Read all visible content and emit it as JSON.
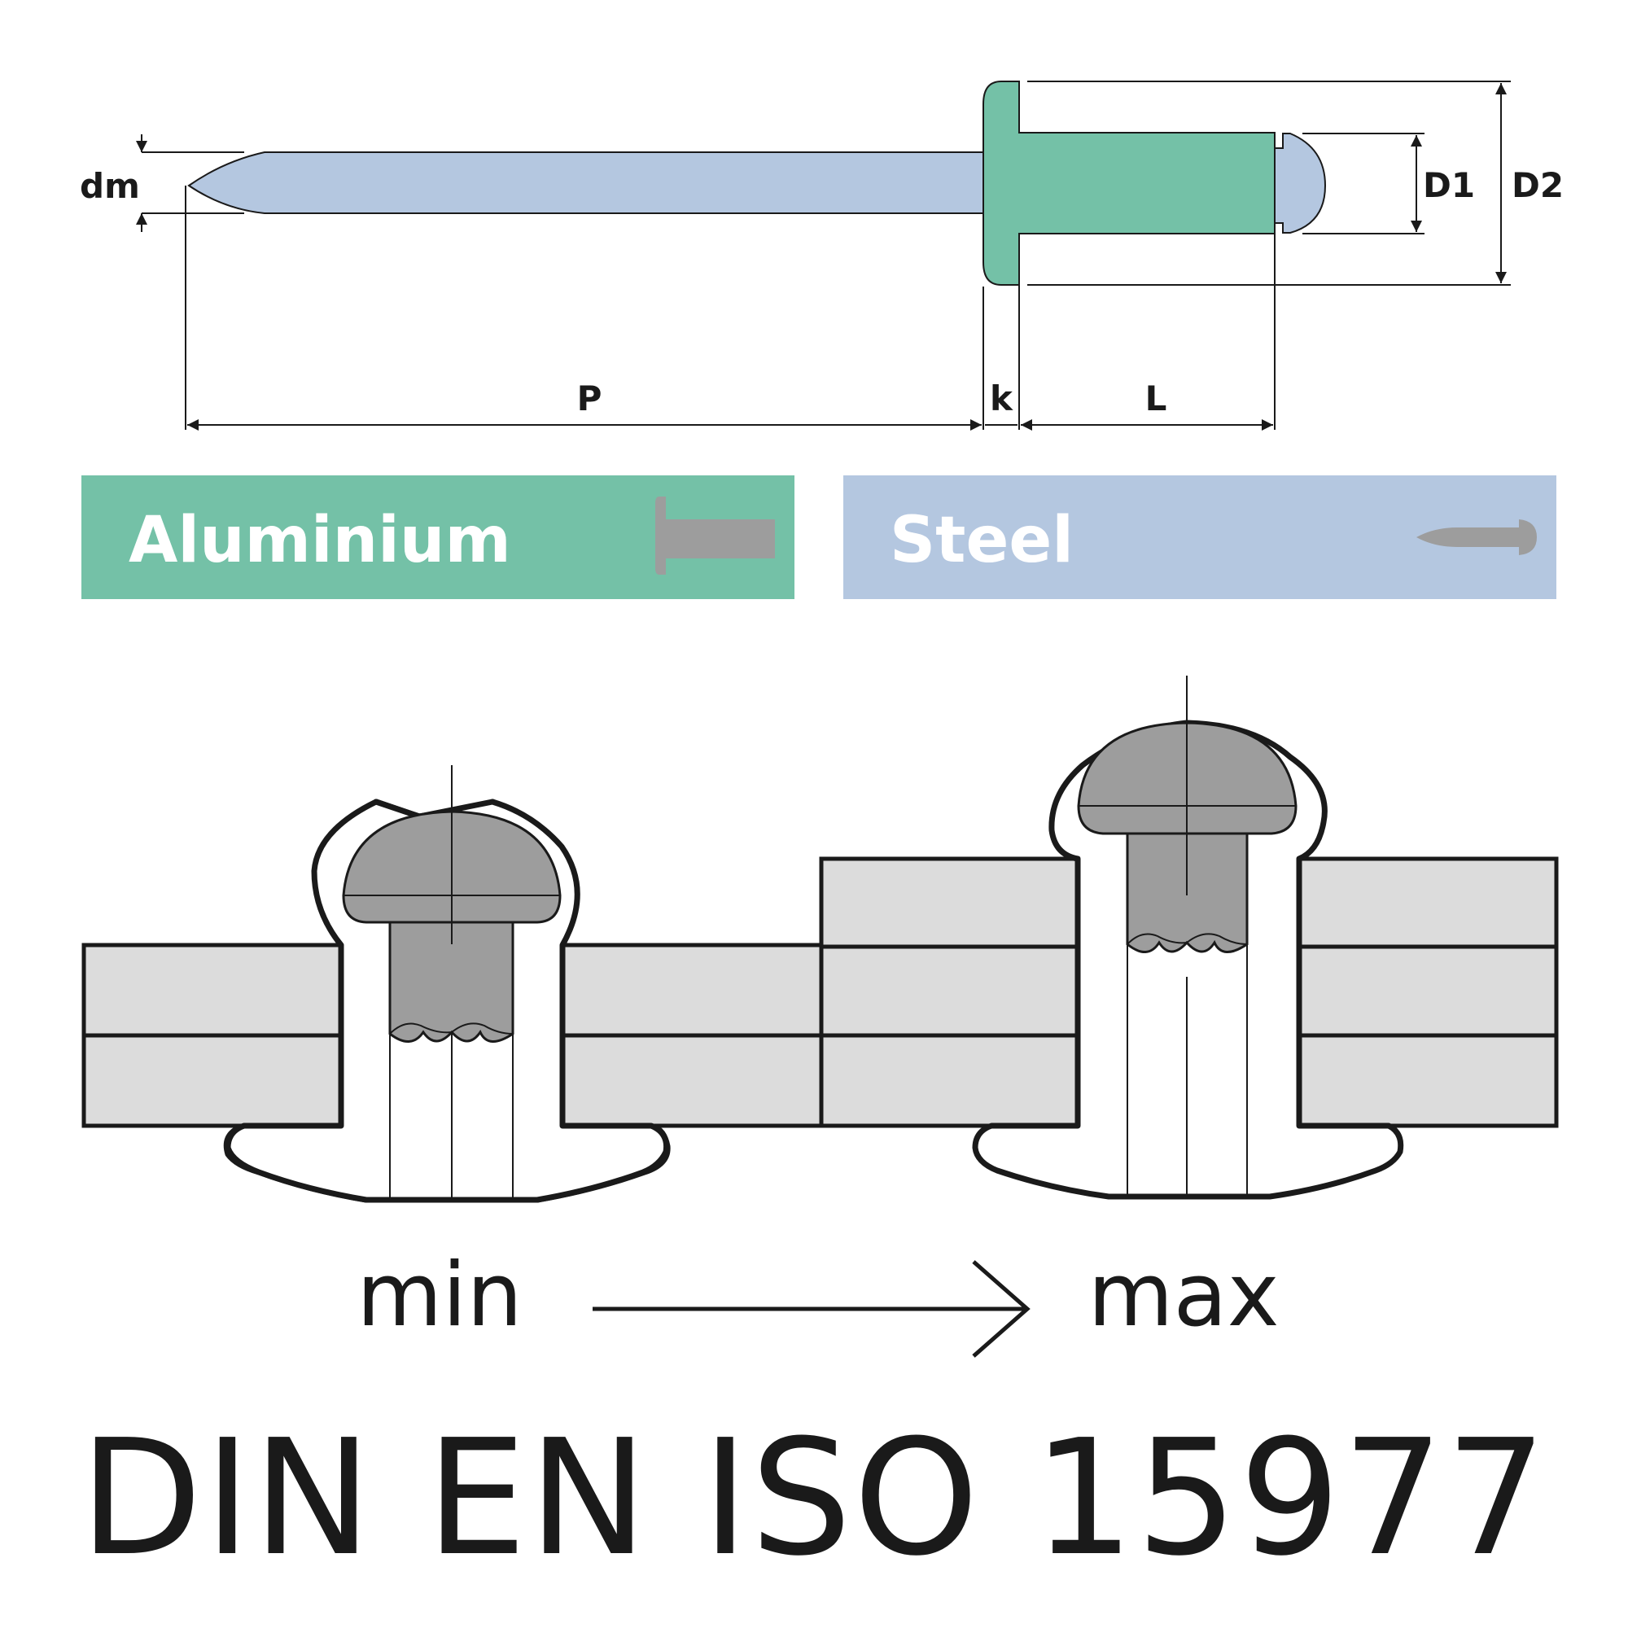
{
  "dimensions": {
    "dm": "dm",
    "D1": "D1",
    "D2": "D2",
    "P": "P",
    "k": "k",
    "L": "L"
  },
  "legend": [
    {
      "label": "Aluminium",
      "color": "#74c1a7",
      "icon": "rivet-body-icon"
    },
    {
      "label": "Steel",
      "color": "#b4c7e0",
      "icon": "mandrel-icon"
    }
  ],
  "colors": {
    "rivet_body": "#74c1a7",
    "mandrel": "#b4c7e0",
    "icon_gray": "#9d9d9d",
    "plate": "#dcdcdc"
  },
  "grip_range": {
    "min_label": "min",
    "max_label": "max"
  },
  "standard": "DIN EN ISO 15977"
}
